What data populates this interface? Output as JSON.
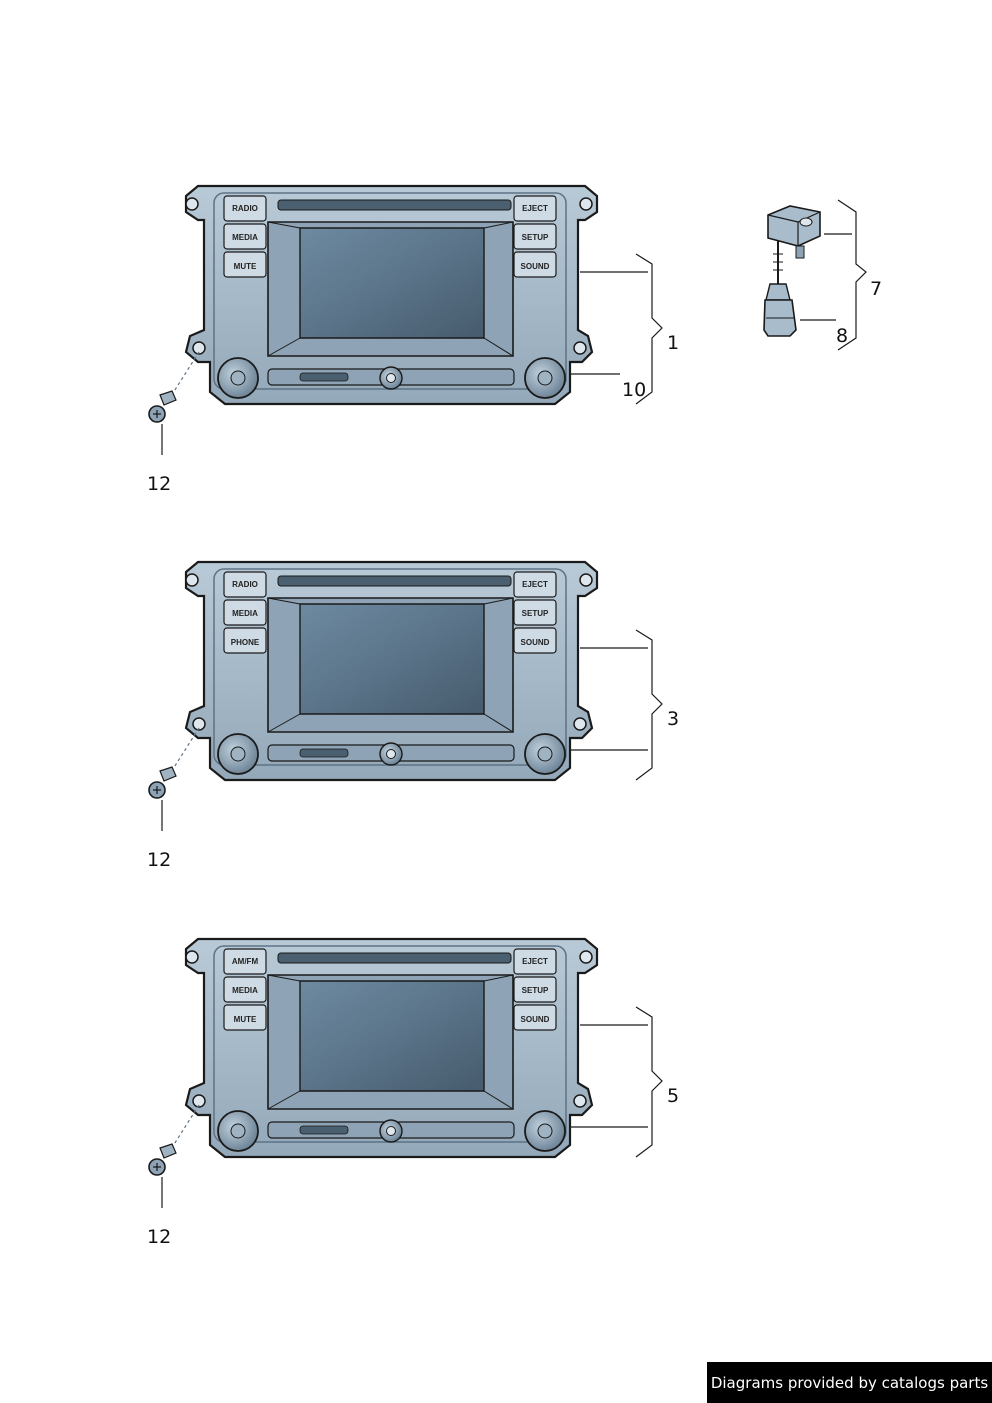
{
  "units": [
    {
      "buttons_left": [
        "RADIO",
        "MEDIA",
        "MUTE"
      ],
      "buttons_right": [
        "EJECT",
        "SETUP",
        "SOUND"
      ],
      "callout_unit": "1",
      "callout_knob": "10",
      "callout_screw": "12"
    },
    {
      "buttons_left": [
        "RADIO",
        "MEDIA",
        "PHONE"
      ],
      "buttons_right": [
        "EJECT",
        "SETUP",
        "SOUND"
      ],
      "callout_unit": "3",
      "callout_screw": "12"
    },
    {
      "buttons_left": [
        "AM/FM",
        "MEDIA",
        "MUTE"
      ],
      "buttons_right": [
        "EJECT",
        "SETUP",
        "SOUND"
      ],
      "callout_unit": "5",
      "callout_screw": "12"
    }
  ],
  "cable": {
    "callout_set": "7",
    "callout_connector": "8"
  },
  "footer": {
    "text": "Diagrams provided by catalogs parts"
  },
  "colors": {
    "housing": "#a9bccb",
    "housing_dark": "#7f95a7",
    "screen": "#5a7288",
    "outline": "#1a1a1a"
  }
}
